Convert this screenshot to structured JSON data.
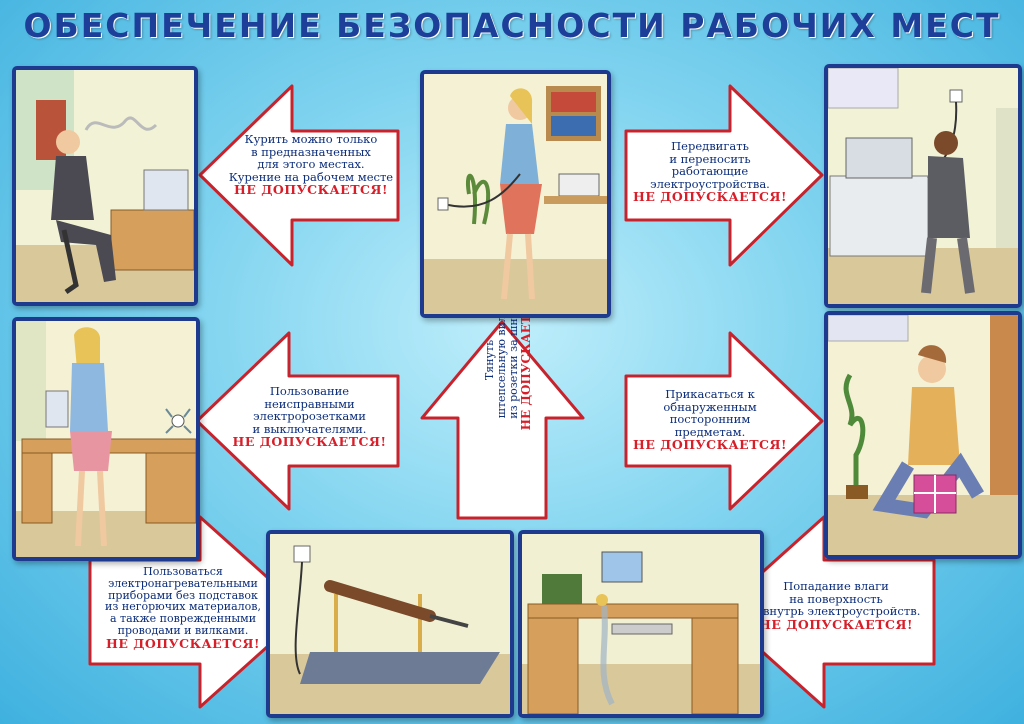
{
  "title": "ОБЕСПЕЧЕНИЕ БЕЗОПАСНОСТИ РАБОЧИХ МЕСТ",
  "warning": "НЕ ДОПУСКАЕТСЯ!",
  "rules": {
    "smoking": [
      "Курить можно только",
      "в предназначенных",
      "для этого местах.",
      "Курение на рабочем месте"
    ],
    "moving": [
      "Передвигать",
      "и переносить",
      "работающие",
      "электроустройства."
    ],
    "sockets": [
      "Пользование",
      "неисправными",
      "электророзетками",
      "и выключателями."
    ],
    "pulling": [
      "Тянуть",
      "штепсельную вилку",
      "из розетки за шнур."
    ],
    "touching": [
      "Прикасаться к",
      "обнаруженным",
      "посторонним",
      "предметам."
    ],
    "heaters": [
      "Пользоваться",
      "электронагревательными",
      "приборами без подставок",
      "из негорючих материалов,",
      "а также поврежденными",
      "проводами и вилками."
    ],
    "moisture": [
      "Попадание влаги",
      "на поверхность",
      "и внутрь электроустройств."
    ]
  },
  "colors": {
    "frame": "#1d3a8f",
    "arrow_border": "#c8232c",
    "warning": "#d81e28",
    "text": "#0d2e7a"
  }
}
